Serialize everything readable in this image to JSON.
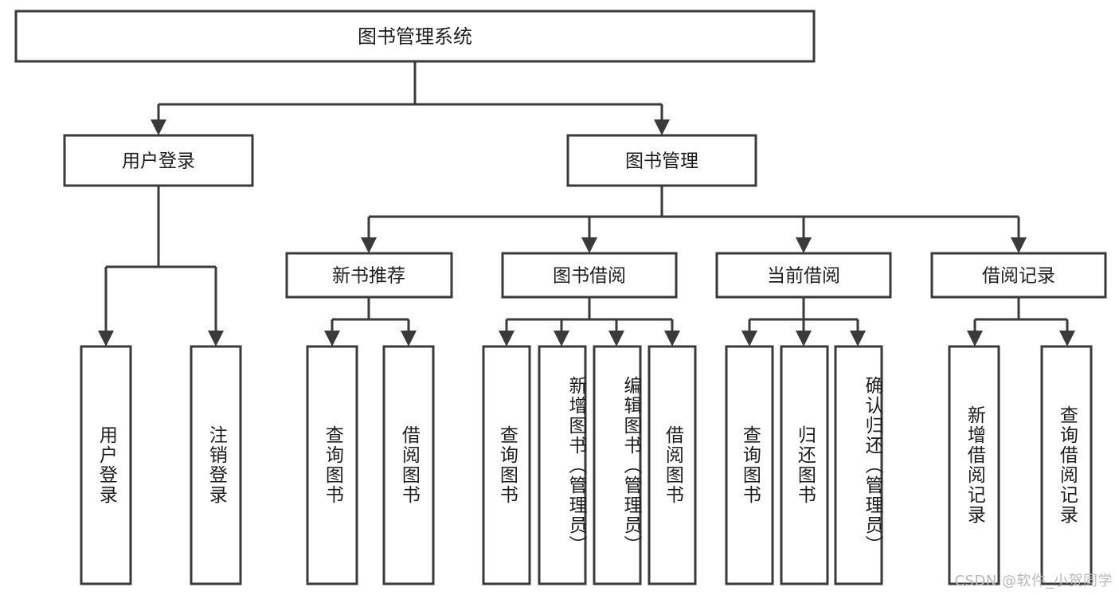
{
  "diagram": {
    "title": "图书管理系统",
    "watermark": "CSDN @软件_小贺同学",
    "colors": {
      "stroke": "#3a3a3a",
      "fill": "#ffffff",
      "text": "#1d1d1d",
      "watermark": "#b9b9b9",
      "background": "#ffffff"
    },
    "root": {
      "label": "图书管理系统"
    },
    "level1": [
      {
        "label": "用户登录"
      },
      {
        "label": "图书管理"
      }
    ],
    "level2": [
      {
        "label": "新书推荐"
      },
      {
        "label": "图书借阅"
      },
      {
        "label": "当前借阅"
      },
      {
        "label": "借阅记录"
      }
    ],
    "leaves": {
      "user_login": [
        {
          "label": "用户登录"
        },
        {
          "label": "注销登录"
        }
      ],
      "new_book_recommend": [
        {
          "label": "查询图书"
        },
        {
          "label": "借阅图书"
        }
      ],
      "book_borrow": [
        {
          "label": "查询图书"
        },
        {
          "label": "新增图书（管理员）"
        },
        {
          "label": "编辑图书（管理员）"
        },
        {
          "label": "借阅图书"
        }
      ],
      "current_borrow": [
        {
          "label": "查询图书"
        },
        {
          "label": "归还图书"
        },
        {
          "label": "确认归还（管理员）"
        }
      ],
      "borrow_record": [
        {
          "label": "新增借阅记录"
        },
        {
          "label": "查询借阅记录"
        }
      ]
    }
  },
  "chart_data": {
    "type": "table",
    "title": "图书管理系统 功能结构图",
    "hierarchy": [
      {
        "label": "图书管理系统",
        "level": 0,
        "children": [
          {
            "label": "用户登录",
            "level": 1,
            "children": [
              {
                "label": "用户登录",
                "level": 2,
                "children": []
              },
              {
                "label": "注销登录",
                "level": 2,
                "children": []
              }
            ]
          },
          {
            "label": "图书管理",
            "level": 1,
            "children": [
              {
                "label": "新书推荐",
                "level": 2,
                "children": [
                  {
                    "label": "查询图书",
                    "level": 3,
                    "children": []
                  },
                  {
                    "label": "借阅图书",
                    "level": 3,
                    "children": []
                  }
                ]
              },
              {
                "label": "图书借阅",
                "level": 2,
                "children": [
                  {
                    "label": "查询图书",
                    "level": 3,
                    "children": []
                  },
                  {
                    "label": "新增图书（管理员）",
                    "level": 3,
                    "children": []
                  },
                  {
                    "label": "编辑图书（管理员）",
                    "level": 3,
                    "children": []
                  },
                  {
                    "label": "借阅图书",
                    "level": 3,
                    "children": []
                  }
                ]
              },
              {
                "label": "当前借阅",
                "level": 2,
                "children": [
                  {
                    "label": "查询图书",
                    "level": 3,
                    "children": []
                  },
                  {
                    "label": "归还图书",
                    "level": 3,
                    "children": []
                  },
                  {
                    "label": "确认归还（管理员）",
                    "level": 3,
                    "children": []
                  }
                ]
              },
              {
                "label": "借阅记录",
                "level": 2,
                "children": [
                  {
                    "label": "新增借阅记录",
                    "level": 3,
                    "children": []
                  },
                  {
                    "label": "查询借阅记录",
                    "level": 3,
                    "children": []
                  }
                ]
              }
            ]
          }
        ]
      }
    ]
  }
}
